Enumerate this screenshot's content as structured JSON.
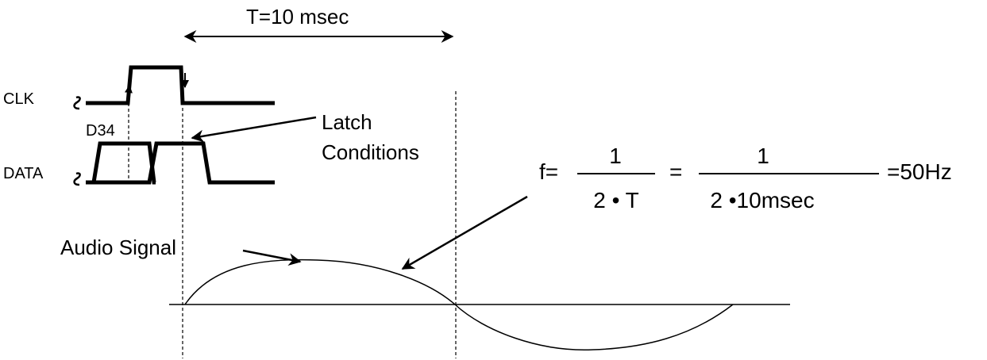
{
  "period_label": "T=10 msec",
  "signals": {
    "clk_label": "CLK",
    "data_label": "DATA",
    "d34_label": "D34"
  },
  "annotations": {
    "latch_line1": "Latch",
    "latch_line2": "Conditions",
    "audio_label": "Audio Signal"
  },
  "formula": {
    "lhs": "f=",
    "num1": "1",
    "den1": "2 • T",
    "eq": "=",
    "num2": "1",
    "den2": "2 •10msec",
    "result": "=50Hz"
  },
  "colors": {
    "ink": "#000000",
    "background": "#ffffff"
  }
}
